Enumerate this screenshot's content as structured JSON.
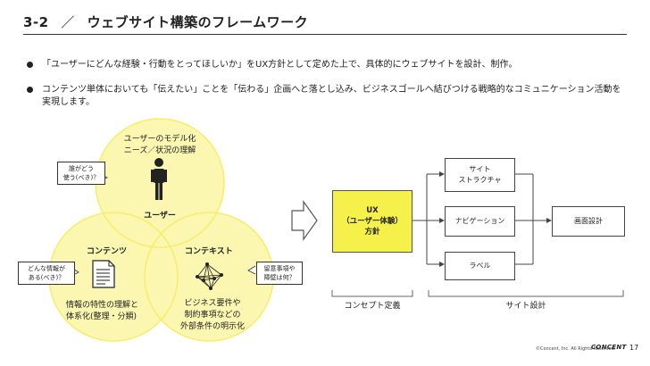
{
  "header": {
    "number": "3-2",
    "separator": "／",
    "title": "ウェブサイト構築のフレームワーク"
  },
  "bullets": [
    "「ユーザーにどんな経験・行動をとってほしいか」をUX方針として定めた上で、具体的にウェブサイトを設計、制作。",
    "コンテンツ単体においても「伝えたい」ことを「伝わる」企画へと落とし込み、ビジネスゴールへ結びつける戦略的なコミュニケーション活動を実現します。"
  ],
  "venn": {
    "user": {
      "caption": [
        "ユーザーのモデル化",
        "ニーズ／状況の理解"
      ],
      "label": "ユーザー",
      "callout": [
        "誰がどう",
        "使う(べき)？"
      ],
      "icon": "person-icon"
    },
    "contents": {
      "label": "コンテンツ",
      "caption": [
        "情報の特性の理解と",
        "体系化(整理・分類)"
      ],
      "callout": [
        "どんな情報が",
        "ある(べき)？"
      ],
      "icon": "document-icon"
    },
    "context": {
      "label": "コンテキスト",
      "caption": [
        "ビジネス要件や",
        "制約事項などの",
        "外部条件の明示化"
      ],
      "callout": [
        "留意事項や",
        "障壁は何？"
      ],
      "icon": "network-icon"
    },
    "colors": {
      "circle": "#fbf6b0",
      "accent": "#f6f14a"
    }
  },
  "flow": {
    "ux_box": [
      "UX",
      "（ユーザー体験）",
      "方針"
    ],
    "items": [
      [
        "サイト",
        "ストラクチャ"
      ],
      [
        "ナビゲーション"
      ],
      [
        "ラベル"
      ]
    ],
    "result": "画面設計",
    "brackets": {
      "concept": "コンセプト定義",
      "site": "サイト設計"
    }
  },
  "footer": {
    "copyright": "©Concent, Inc. All Rights Reserved.",
    "brand": "CONCENT",
    "page": "17"
  }
}
